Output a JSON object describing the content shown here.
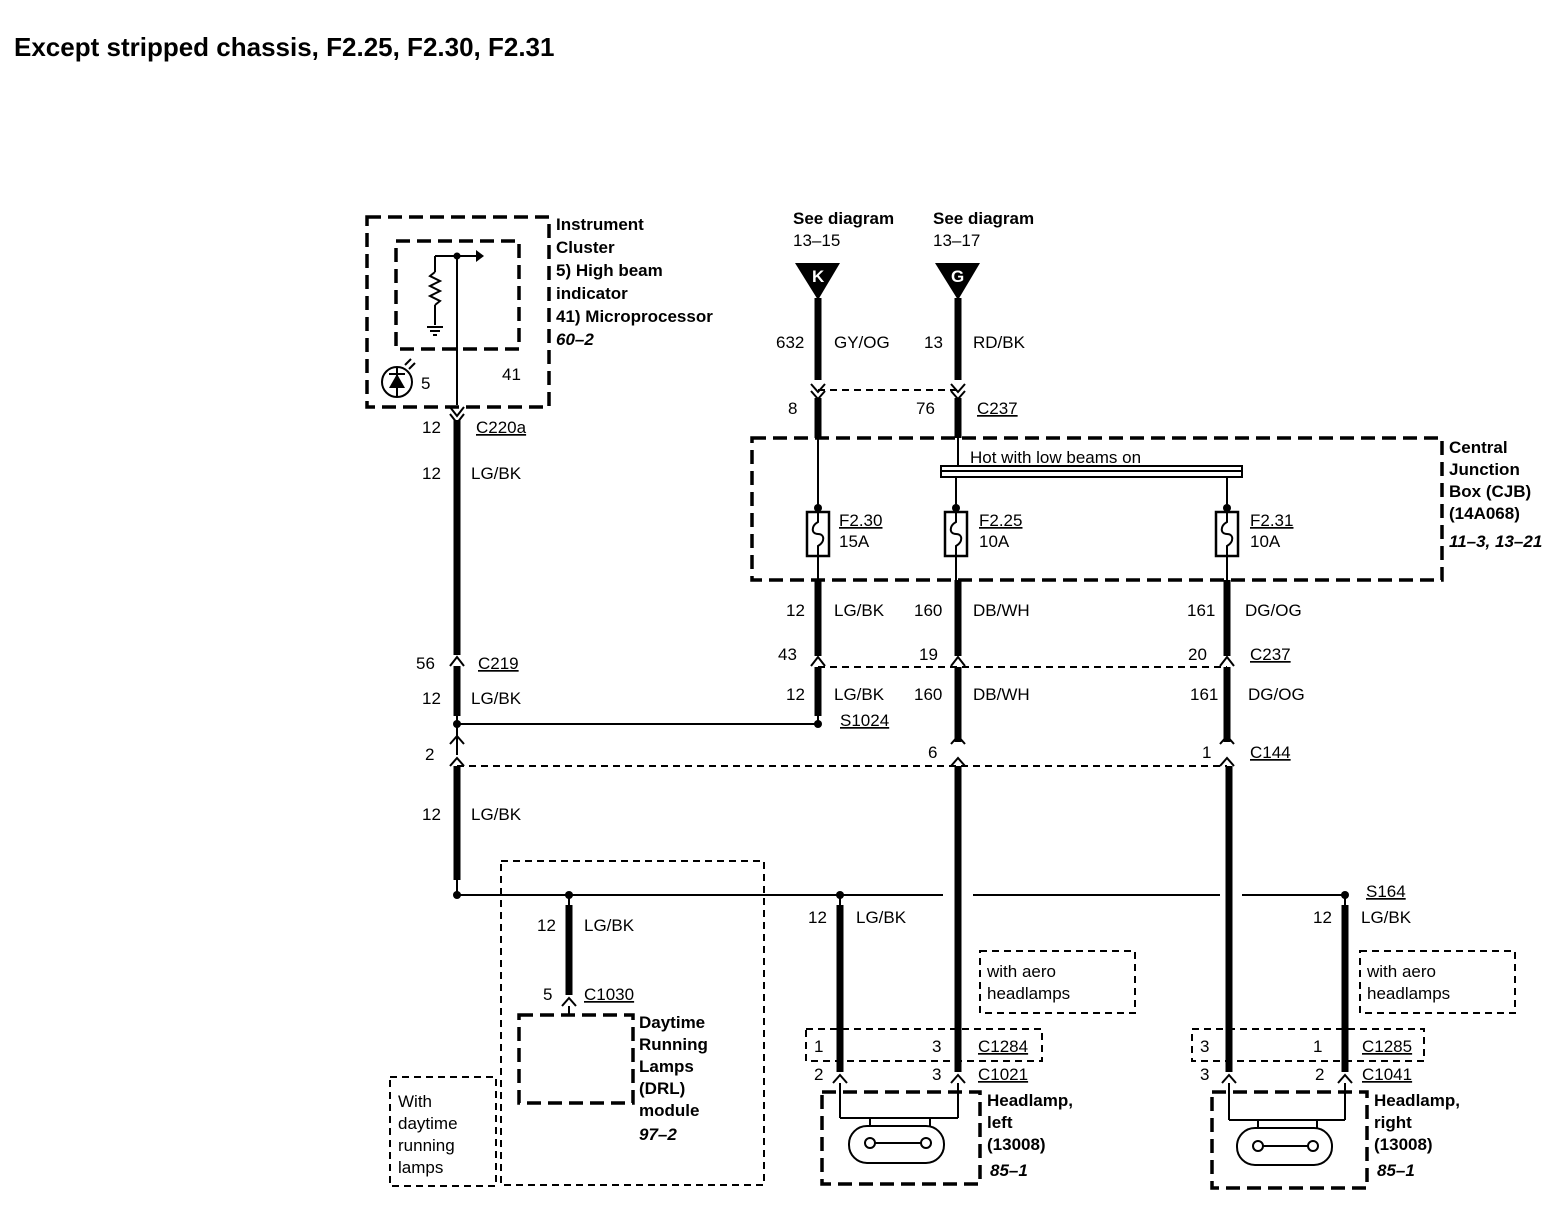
{
  "title": "Except stripped chassis, F2.25, F2.30, F2.31",
  "instrument_cluster": {
    "lines": [
      "Instrument",
      "Cluster",
      "5) High beam",
      "indicator",
      "41) Microprocessor"
    ],
    "ref": "60–2",
    "pin_indicator": "5",
    "pin_micro": "41"
  },
  "refs": {
    "k": {
      "see": "See diagram",
      "num": "13–15",
      "letter": "K"
    },
    "g": {
      "see": "See diagram",
      "num": "13–17",
      "letter": "G"
    }
  },
  "wires": {
    "w632": {
      "circuit": "632",
      "color": "GY/OG"
    },
    "w13": {
      "circuit": "13",
      "color": "RD/BK"
    },
    "w12": {
      "circuit": "12",
      "color": "LG/BK"
    },
    "w160": {
      "circuit": "160",
      "color": "DB/WH"
    },
    "w161": {
      "circuit": "161",
      "color": "DG/OG"
    }
  },
  "connectors": {
    "c220a": {
      "name": "C220a",
      "pin": "12"
    },
    "c219": {
      "name": "C219",
      "pin": "56"
    },
    "c237_top": {
      "name": "C237",
      "pin_k": "8",
      "pin_g": "76"
    },
    "c237_bot": {
      "name": "C237",
      "pin_a": "43",
      "pin_b": "19",
      "pin_c": "20"
    },
    "c144": {
      "name": "C144",
      "pin_a": "2",
      "pin_b": "6",
      "pin_c": "1"
    },
    "c1030": {
      "name": "C1030",
      "pin": "5"
    },
    "c1284": {
      "name": "C1284",
      "pin_a": "1",
      "pin_b": "3"
    },
    "c1021": {
      "name": "C1021",
      "pin_a": "2",
      "pin_b": "3"
    },
    "c1285": {
      "name": "C1285",
      "pin_a": "3",
      "pin_b": "1"
    },
    "c1041": {
      "name": "C1041",
      "pin_a": "3",
      "pin_b": "2"
    }
  },
  "splices": {
    "s1024": "S1024",
    "s164": "S164"
  },
  "cjb": {
    "lines": [
      "Central",
      "Junction",
      "Box (CJB)",
      "(14A068)"
    ],
    "ref": "11–3, 13–21",
    "bus_label": "Hot with low beams on",
    "fuses": [
      {
        "name": "F2.30",
        "rating": "15A"
      },
      {
        "name": "F2.25",
        "rating": "10A"
      },
      {
        "name": "F2.31",
        "rating": "10A"
      }
    ]
  },
  "drl": {
    "lines": [
      "Daytime",
      "Running",
      "Lamps",
      "(DRL)",
      "module"
    ],
    "ref": "97–2",
    "note": [
      "With",
      "daytime",
      "running",
      "lamps"
    ]
  },
  "aero_note": [
    "with aero",
    "headlamps"
  ],
  "headlamp_left": {
    "lines": [
      "Headlamp,",
      "left",
      "(13008)"
    ],
    "ref": "85–1"
  },
  "headlamp_right": {
    "lines": [
      "Headlamp,",
      "right",
      "(13008)"
    ],
    "ref": "85–1"
  }
}
